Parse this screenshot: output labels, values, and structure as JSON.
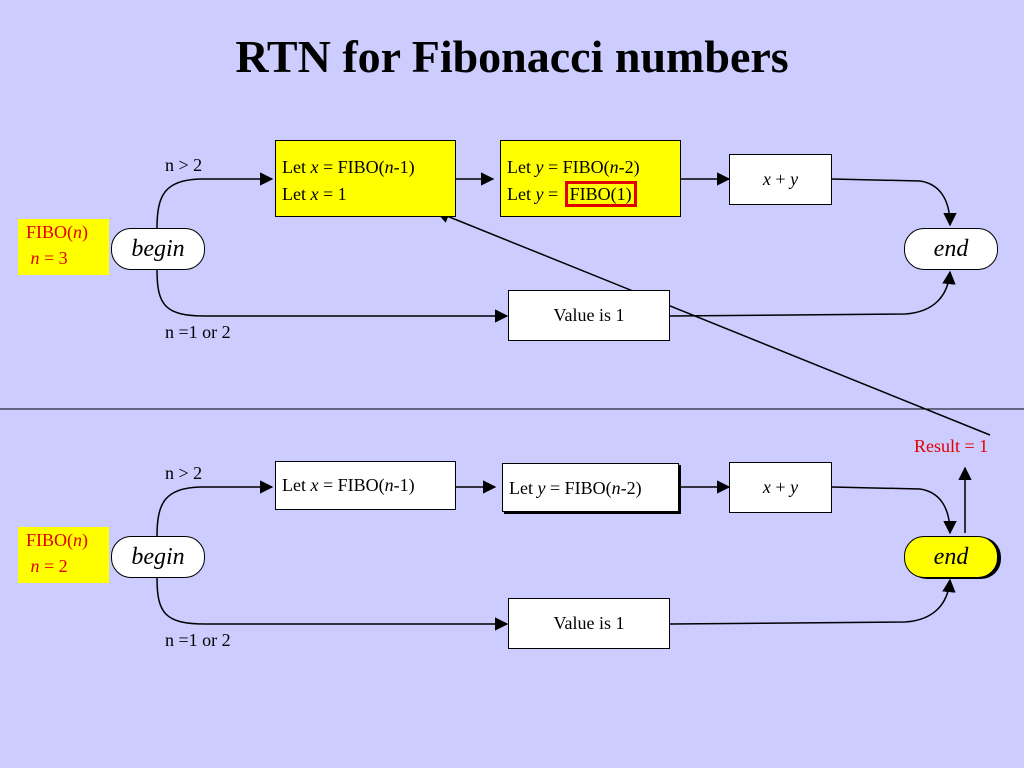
{
  "title": "RTN for Fibonacci numbers",
  "top": {
    "input_lines": [
      "FIBO(",
      "n",
      ")"
    ],
    "input_n": "n",
    "input_n_value": "= 3",
    "begin": "begin",
    "end": "end",
    "cond_gt": "n > 2",
    "cond_small": "n =1 or 2",
    "box_x": {
      "line1": {
        "pre": "Let ",
        "var": "x",
        "mid": " = FIBO(",
        "n": "n",
        "post": "-1)"
      },
      "line2": {
        "pre": "Let ",
        "var": "x",
        "post": " = 1"
      }
    },
    "box_y": {
      "line1": {
        "pre": "Let ",
        "var": "y",
        "mid": " = FIBO(",
        "n": "n",
        "post": "-2)"
      },
      "line2": {
        "pre": "Let ",
        "var": "y",
        "eq": " = ",
        "highlight": "FIBO(1)"
      }
    },
    "sum": {
      "a": "x",
      "op": " + ",
      "b": "y"
    },
    "value": "Value is 1"
  },
  "bottom": {
    "input_n_value": "= 2",
    "begin": "begin",
    "end": "end",
    "cond_gt": "n > 2",
    "cond_small": "n =1 or 2",
    "box_x": {
      "pre": "Let ",
      "var": "x",
      "mid": " = FIBO(",
      "n": "n",
      "post": "-1)"
    },
    "box_y": {
      "pre": "Let ",
      "var": "y",
      "mid": " = FIBO(",
      "n": "n",
      "post": "-2)"
    },
    "sum": {
      "a": "x",
      "op": " + ",
      "b": "y"
    },
    "value": "Value is 1"
  },
  "result": "Result = 1",
  "colors": {
    "background": "#ccccff",
    "highlight_box": "#ffff00",
    "accent_text": "#e00000"
  }
}
